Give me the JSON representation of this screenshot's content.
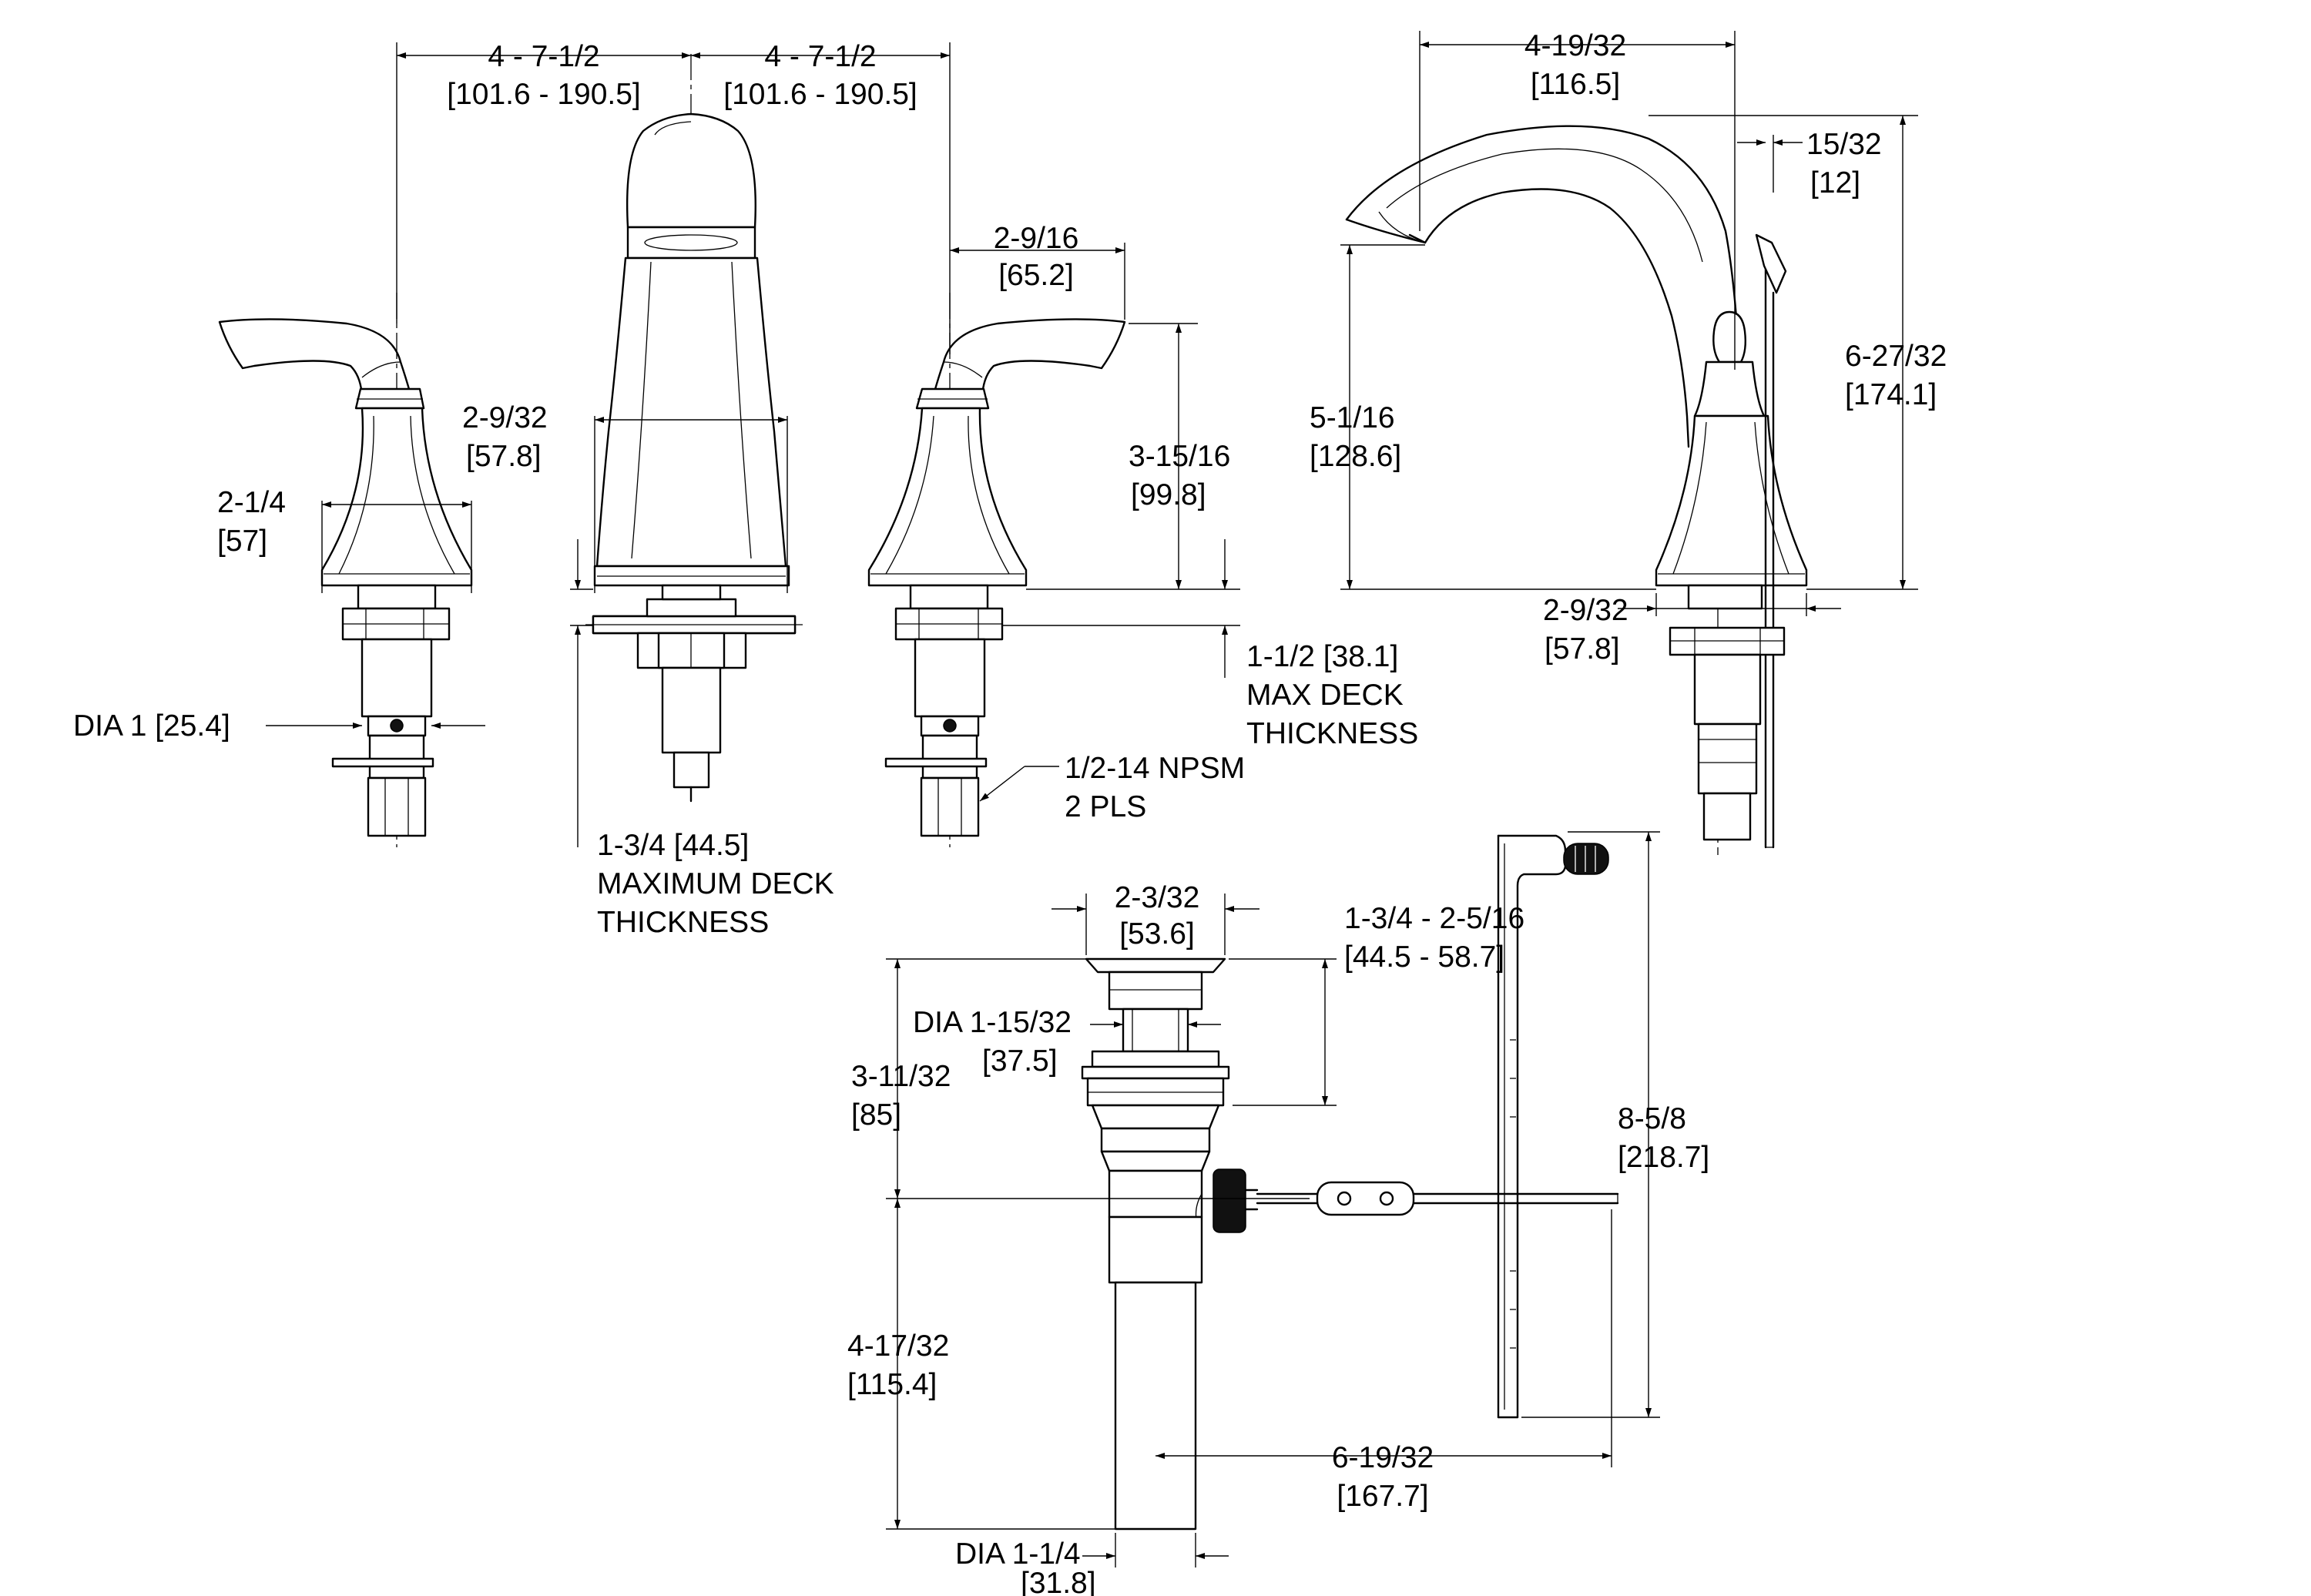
{
  "dimensions": {
    "handle_spacing_left": [
      "4 - 7-1/2",
      "[101.6 - 190.5]"
    ],
    "handle_spacing_right": [
      "4 - 7-1/2",
      "[101.6 - 190.5]"
    ],
    "handle_height_offset": [
      "2-9/16",
      "[65.2]"
    ],
    "spout_base_width_front": [
      "2-9/32",
      "[57.8]"
    ],
    "handle_base_width": [
      "2-1/4",
      "[57]"
    ],
    "handle_height": [
      "3-15/16",
      "[99.8]"
    ],
    "handle_shank_dia": [
      "DIA 1  [25.4]"
    ],
    "valve_deck_thickness": [
      "1-1/2 [38.1]",
      "MAX DECK",
      "THICKNESS"
    ],
    "inlet_thread": [
      "1/2-14 NPSM",
      "2 PLS"
    ],
    "spout_deck_thickness": [
      "1-3/4 [44.5]",
      "MAXIMUM DECK",
      "THICKNESS"
    ],
    "spout_reach": [
      "4-19/32",
      "[116.5]"
    ],
    "spout_nozzle_offset": [
      "15/32",
      "[12]"
    ],
    "spout_outlet_height": [
      "5-1/16",
      "[128.6]"
    ],
    "spout_overall_height": [
      "6-27/32",
      "[174.1]"
    ],
    "spout_base_width_side": [
      "2-9/32",
      "[57.8]"
    ],
    "drain_flange_dia": [
      "2-3/32",
      "[53.6]"
    ],
    "drain_thread_length": [
      "1-3/4 - 2-5/16",
      "[44.5 - 58.7]"
    ],
    "drain_body_dia": [
      "DIA 1-15/32",
      "[37.5]"
    ],
    "drain_to_pivot": [
      "3-11/32",
      "[85]"
    ],
    "pivot_to_tail": [
      "4-17/32",
      "[115.4]"
    ],
    "tail_dia": [
      "DIA 1-1/4",
      "[31.8]"
    ],
    "lift_rod_reach": [
      "6-19/32",
      "[167.7]"
    ],
    "lift_rod_height": [
      "8-5/8",
      "[218.7]"
    ]
  }
}
